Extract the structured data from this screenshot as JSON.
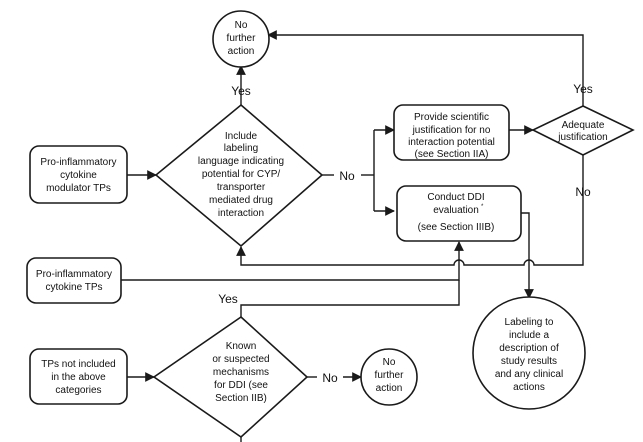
{
  "nodes": {
    "no_action_top": {
      "lines": [
        "No",
        "further",
        "action"
      ]
    },
    "include_labeling": {
      "lines": [
        "Include",
        "labeling",
        "language indicating",
        "potential for CYP/",
        "transporter",
        "mediated drug",
        "interaction"
      ]
    },
    "provide_justification": {
      "lines": [
        "Provide scientific",
        "justification for no",
        "interaction potential",
        "(see Section IIA)"
      ]
    },
    "adequate_justification": {
      "lines": [
        "Adequate",
        "justification"
      ]
    },
    "conduct_ddi": {
      "lines": [
        "Conduct DDI",
        "evaluation",
        "(see Section IIIB)"
      ],
      "footnote": "*"
    },
    "pro_inflammatory_modulator": {
      "lines": [
        "Pro-inflammatory",
        "cytokine",
        "modulator TPs"
      ]
    },
    "pro_inflammatory_cytokine": {
      "lines": [
        "Pro-inflammatory",
        "cytokine TPs"
      ]
    },
    "labeling_results": {
      "lines": [
        "Labeling to",
        "include a",
        "description of",
        "study results",
        "and any clinical",
        "actions"
      ]
    },
    "tps_not_included": {
      "lines": [
        "TPs not included",
        "in the above",
        "categories"
      ]
    },
    "known_suspected": {
      "lines": [
        "Known",
        "or suspected",
        "mechanisms",
        "for DDI (see",
        "Section IIB)"
      ]
    },
    "no_action_bottom": {
      "lines": [
        "No",
        "further",
        "action"
      ]
    }
  },
  "edge_labels": {
    "yes_top": "Yes",
    "no_middle": "No",
    "yes_adequate": "Yes",
    "no_adequate": "No",
    "yes_known": "Yes",
    "no_known": "No"
  }
}
